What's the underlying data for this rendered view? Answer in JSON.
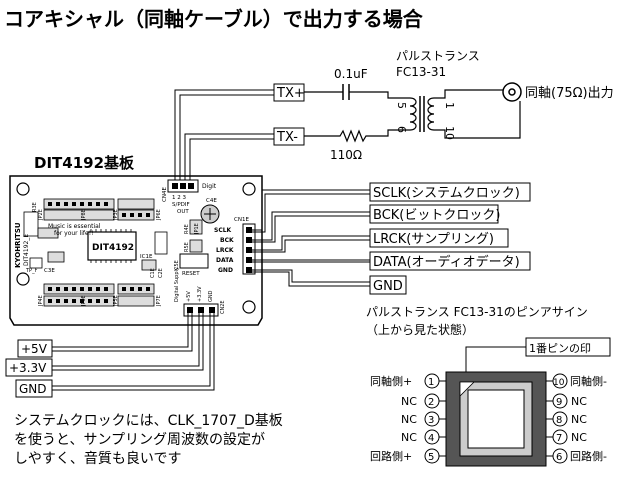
{
  "title": "コアキシャル（同軸ケーブル）で出力する場合",
  "board": {
    "label": "DIT4192基板",
    "chip_label": "DIT4192",
    "silk_author": "KYOHRITSU",
    "silk_model": "DIT4192_E",
    "silk_motto_1": "Music is essential",
    "silk_motto_2": "for your life!!",
    "silk_digit": "Digit",
    "silk_spdif_pins": "1  2  3",
    "silk_spdif": "S/PDIF",
    "silk_out": "OUT",
    "silk_cn4e": "CN4E",
    "silk_c4e": "C4E",
    "silk_cn1e": "CN1E",
    "silk_r3e": "R3E",
    "silk_jp1e": "JP1E",
    "silk_r4e": "R4E",
    "silk_r5e": "R5E",
    "silk_c3e": "C3E",
    "silk_ic1e": "IC1E",
    "silk_c1e": "C1E",
    "silk_c2e": "C2E",
    "silk_c5e": "C5E",
    "silk_reset": "RESET",
    "silk_tpf": "TP_F",
    "silk_digital_supply": "Digital Supply",
    "silk_plus5v": "+5V",
    "silk_plus33v": "+3.3V",
    "silk_gnd": "GND",
    "silk_cn2e": "CN2E",
    "silk_jp2e": "JP2E",
    "silk_jp3e": "JP3E",
    "silk_jp4e": "JP4E",
    "silk_jp5e": "JP5E",
    "silk_jp6e": "JP6E",
    "silk_jp7e": "JP7E",
    "silk_jp8e": "JP8E",
    "silk_jp9e": "JP9E",
    "pins_right": [
      "SCLK",
      "BCK",
      "LRCK",
      "DATA",
      "GND"
    ]
  },
  "signals": {
    "tx_plus": "TX+",
    "tx_minus": "TX-",
    "sclk": "SCLK(システムクロック)",
    "bck": "BCK(ビットクロック)",
    "lrck": "LRCK(サンプリング)",
    "data": "DATA(オーディオデータ)",
    "gnd": "GND",
    "plus5v": "+5V",
    "plus33v": "+3.3V",
    "gnd2": "GND"
  },
  "components": {
    "capacitor": "0.1uF",
    "resistor": "110Ω",
    "transformer_name": "パルストランス",
    "transformer_model": "FC13-31",
    "pin5": "5",
    "pin6": "6",
    "pin1": "1",
    "pin10": "10",
    "output": "同軸(75Ω)出力"
  },
  "pin_assignment": {
    "title": "パルストランス FC13-31のピンアサイン",
    "subtitle": "（上から見た状態）",
    "pin1_callout": "1番ピンの印",
    "left": [
      {
        "label": "同軸側+",
        "num": "1"
      },
      {
        "label": "NC",
        "num": "2"
      },
      {
        "label": "NC",
        "num": "3"
      },
      {
        "label": "NC",
        "num": "4"
      },
      {
        "label": "回路側+",
        "num": "5"
      }
    ],
    "right": [
      {
        "label": "同軸側-",
        "num": "10"
      },
      {
        "label": "NC",
        "num": "9"
      },
      {
        "label": "NC",
        "num": "8"
      },
      {
        "label": "NC",
        "num": "7"
      },
      {
        "label": "回路側-",
        "num": "6"
      }
    ]
  },
  "note": [
    "システムクロックには、CLK_1707_D基板",
    "を使うと、サンプリング周波数の設定が",
    "しやすく、音質も良いです"
  ]
}
